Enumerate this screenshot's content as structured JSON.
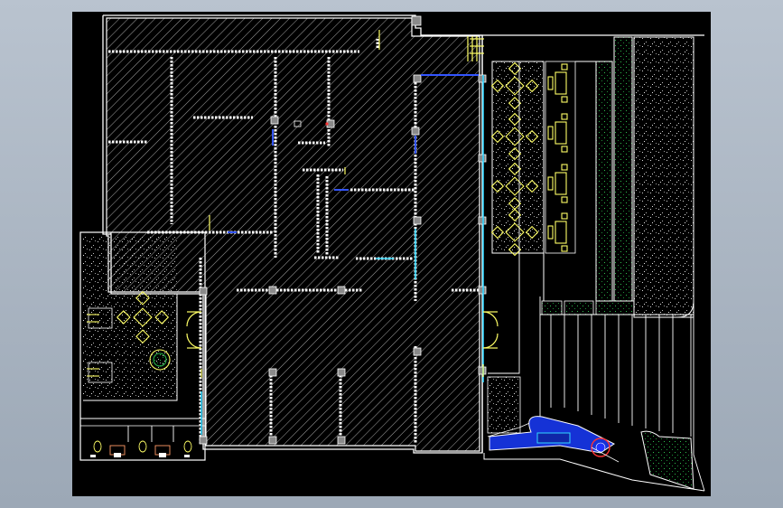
{
  "window": {
    "background_gradient": [
      "#b9c3cf",
      "#9ca8b6"
    ],
    "viewport_background": "#000000"
  },
  "drawing": {
    "type": "architectural floor plan (CAD)",
    "line_color": "#ffffff",
    "hatch_color": "#cfcfcf",
    "door_color": "#ffff66",
    "window_color": "#3355ff",
    "glass_color": "#33d6ff",
    "planting_color": "#22aa44",
    "water_color": "#1e3fff",
    "column_fill": "#909090",
    "dining_tables_count": 5,
    "lounge_tables_count": 4,
    "toilet_stalls_count": 3
  }
}
